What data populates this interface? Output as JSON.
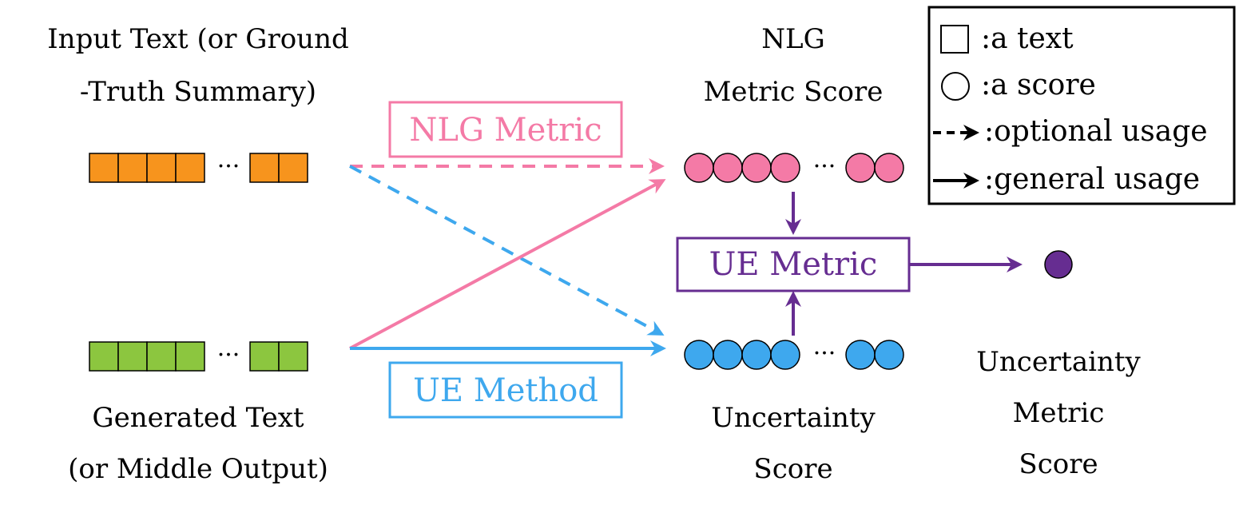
{
  "colors": {
    "orange": "#f7941d",
    "green": "#8cc63f",
    "pink": "#f47aa6",
    "blue": "#3ea8ee",
    "purple": "#662d91",
    "black": "#000000"
  },
  "labels": {
    "input_line1": "Input Text (or Ground",
    "input_line2": "-Truth Summary)",
    "generated_line1": "Generated Text",
    "generated_line2": "(or Middle Output)",
    "nlg_score_line1": "NLG",
    "nlg_score_line2": "Metric Score",
    "uncertainty_score_line1": "Uncertainty",
    "uncertainty_score_line2": "Score",
    "uncertainty_metric_score_line1": "Uncertainty",
    "uncertainty_metric_score_line2": "Metric",
    "uncertainty_metric_score_line3": "Score"
  },
  "boxes": {
    "nlg_metric": "NLG Metric",
    "ue_method": "UE Method",
    "ue_metric": "UE Metric"
  },
  "ellipsis": "···",
  "legend": {
    "text": ":a text",
    "score": ":a score",
    "optional": ":optional usage",
    "general": ":general usage"
  }
}
